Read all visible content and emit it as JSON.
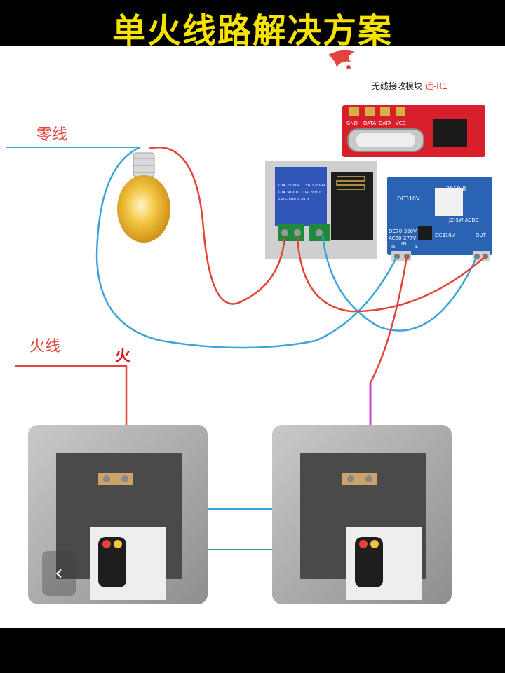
{
  "title": "单火线路解决方案",
  "labels": {
    "neutral": "零线",
    "live": "火线",
    "fire_mark": "火"
  },
  "module": {
    "name": "无线接收模块",
    "model": "远-R1",
    "pins": [
      "GND",
      "DATA",
      "DATA",
      "VCC"
    ]
  },
  "relay_board": {
    "relay_line1": "10A 250VAC 15A 125VAC",
    "relay_line2": "10A 30VDC 10A 28VDC",
    "relay_line3": "SRD-05VDC-SL-C"
  },
  "power_module": {
    "top_left": "DC310V",
    "date": "2018-8",
    "model": "JZ-3W ACDC",
    "mid": "DC310V",
    "spec1": "DC70-350V",
    "spec2": "AC50-277V",
    "in_label": "IN",
    "out_label": "OUT",
    "n_label": "N",
    "l_label": "L"
  },
  "nav": {
    "back_icon": "‹"
  },
  "colors": {
    "title": "#f5e200",
    "wire_red": "#e0443a",
    "wire_blue": "#3aa6d8",
    "wire_magenta": "#d040c8",
    "wire_green": "#3a9a7a"
  }
}
